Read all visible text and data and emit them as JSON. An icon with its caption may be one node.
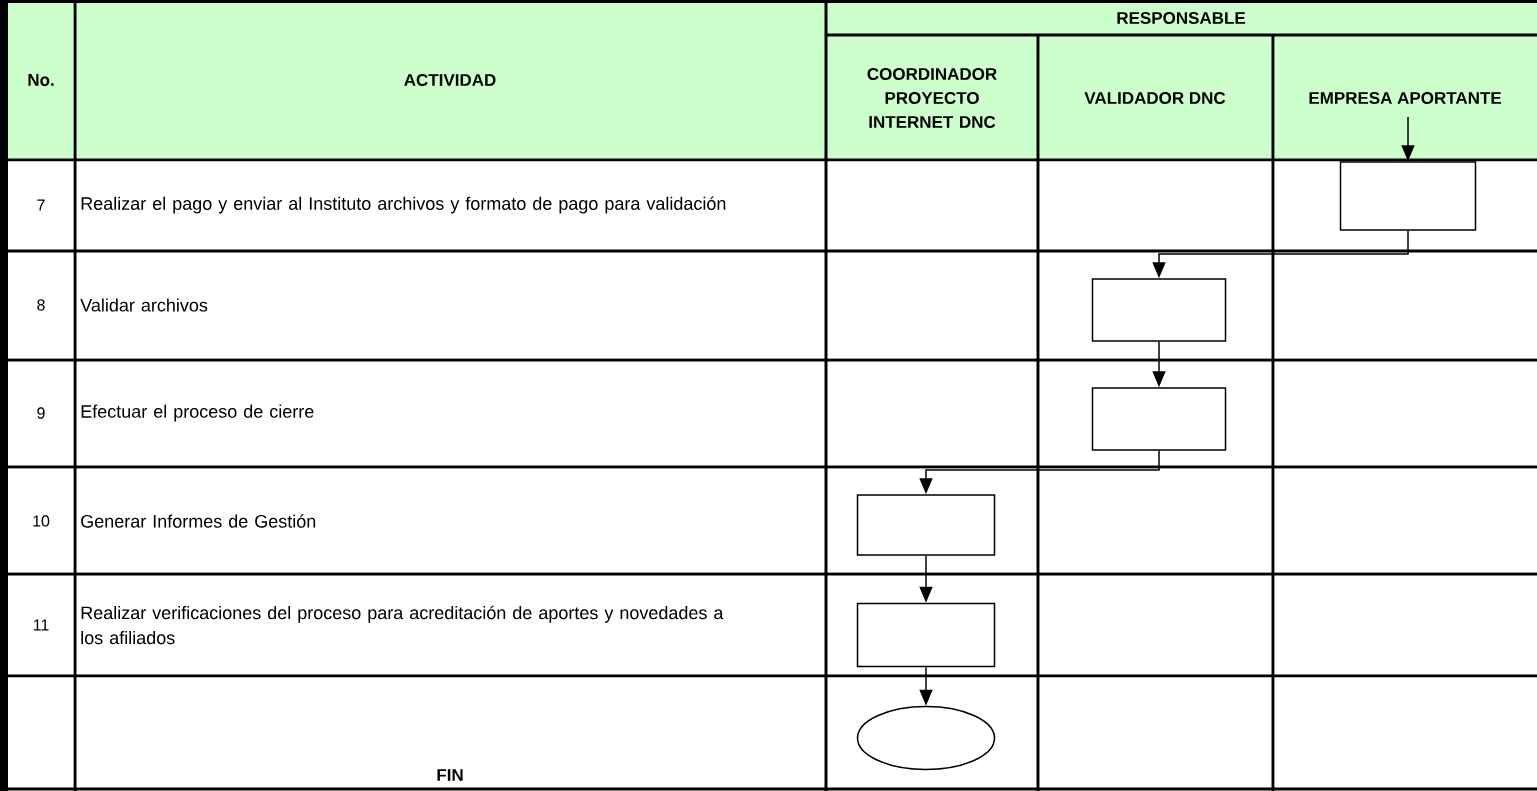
{
  "diagram": {
    "nodes": [
      {
        "text": [],
        "shape": "box"
      },
      {
        "text": [],
        "shape": "box"
      },
      {
        "text": [],
        "shape": "box"
      },
      {
        "text": [],
        "shape": "box"
      },
      {
        "text": [],
        "shape": "box"
      },
      {
        "text": [],
        "shape": "ellipse"
      }
    ],
    "edges": [
      {
        "from": null,
        "to": 0,
        "arrow": "to"
      },
      {
        "from": 0,
        "to": 1,
        "arrow": "to"
      },
      {
        "from": 1,
        "to": 2,
        "arrow": "to"
      },
      {
        "from": 2,
        "to": 3,
        "arrow": "to"
      },
      {
        "from": 3,
        "to": 4,
        "arrow": "to"
      },
      {
        "from": 4,
        "to": 5,
        "arrow": "to"
      }
    ],
    "labels": [
      "No.",
      "ACTIVIDAD",
      "RESPONSABLE",
      "COORDINADOR PROYECTO INTERNET DNC",
      "VALIDADOR DNC",
      "EMPRESA APORTANTE",
      "7",
      "Realizar el pago y enviar al Instituto archivos y formato de pago para validación",
      "8",
      "Validar archivos",
      "9",
      "Efectuar el proceso de cierre",
      "10",
      "Generar Informes de Gestión",
      "11",
      "Realizar verificaciones del proceso para acreditación de aportes y novedades a los afiliados",
      "FIN"
    ]
  }
}
